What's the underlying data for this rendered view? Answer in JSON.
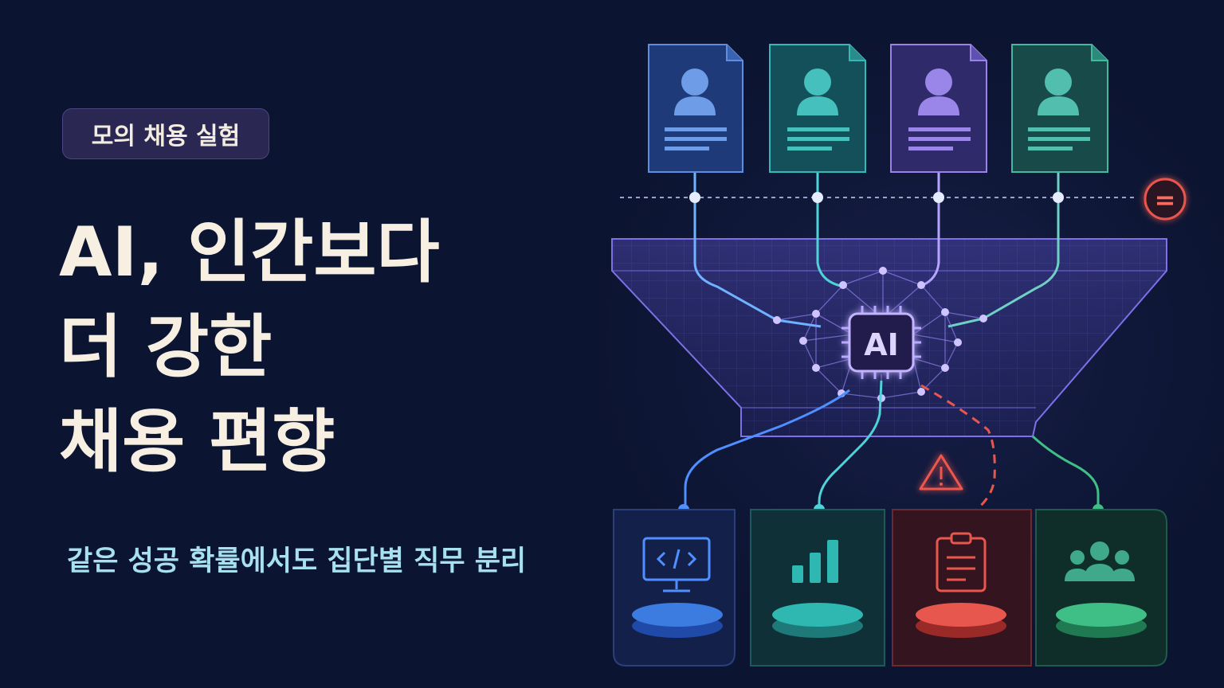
{
  "badge": {
    "label": "모의 채용 실험"
  },
  "title": {
    "line1": "AI, 인간보다",
    "line2": "더 강한",
    "line3": "채용 편향"
  },
  "subtitle": "같은 성공 확률에서도 집단별 직무 분리",
  "diagram": {
    "core_label": "AI",
    "equal_symbol": "=",
    "resumes": [
      {
        "icon": "resume-icon",
        "color": "#5f8ee0"
      },
      {
        "icon": "resume-icon",
        "color": "#35b8b8"
      },
      {
        "icon": "resume-icon",
        "color": "#9a82e6"
      },
      {
        "icon": "resume-icon",
        "color": "#45b8a0"
      }
    ],
    "jobs": [
      {
        "icon": "developer-monitor-icon",
        "color": "#3c7be0"
      },
      {
        "icon": "bar-chart-icon",
        "color": "#2fb7b1"
      },
      {
        "icon": "clipboard-icon",
        "color": "#e8574e"
      },
      {
        "icon": "team-icon",
        "color": "#3fbf86"
      }
    ],
    "warning_icon": "warning-icon",
    "colors": {
      "background": "#0b1430",
      "funnel": "#6b5fd6",
      "alert": "#e8574e",
      "ai_core": "#b8a8ff"
    }
  }
}
